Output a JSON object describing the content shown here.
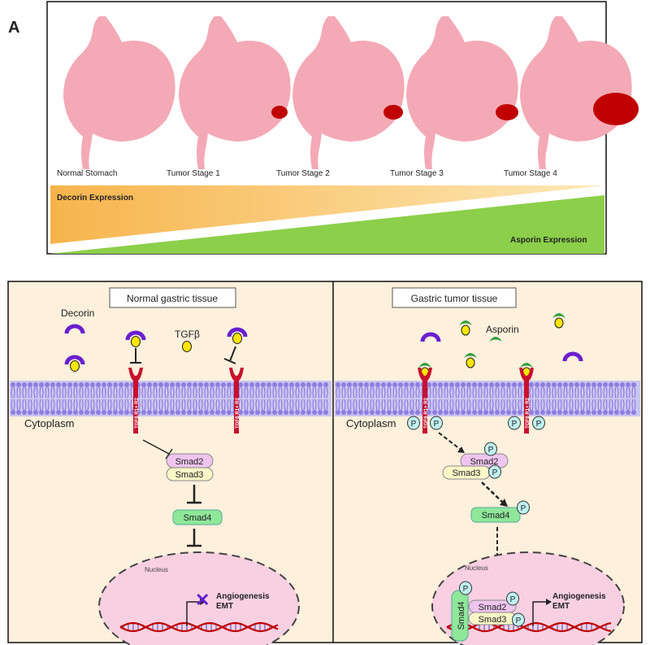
{
  "panel_a": {
    "label": "A",
    "stomachs": [
      {
        "caption": "Normal Stomach",
        "tumor": 0
      },
      {
        "caption": "Tumor Stage 1",
        "tumor": 1
      },
      {
        "caption": "Tumor Stage 2",
        "tumor": 2
      },
      {
        "caption": "Tumor Stage 3",
        "tumor": 3
      },
      {
        "caption": "Tumor Stage 4",
        "tumor": 4
      }
    ],
    "decorin_label": "Decorin Expression",
    "asporin_label": "Asporin Expression"
  },
  "panel_b": {
    "normal": {
      "title": "Normal gastric tissue",
      "decorin_label": "Decorin",
      "tgfb_label": "TGFβ",
      "cytoplasm_label": "Cytoplasm",
      "receptor_label": "TGFβ R1+ R2",
      "smad2": "Smad2",
      "smad3": "Smad3",
      "smad4": "Smad4",
      "nucleus_label": "Nucleus",
      "genes": [
        "Angiogenesis",
        "EMT"
      ]
    },
    "tumor": {
      "title": "Gastric tumor tissue",
      "asporin_label": "Asporin",
      "cytoplasm_label": "Cytoplasm",
      "receptor_label": "TGFβ R1+ R2",
      "phospho": "P",
      "smad2": "Smad2",
      "smad3": "Smad3",
      "smad4": "Smad4",
      "nucleus_label": "Nucleus",
      "genes": [
        "Angiogenesis",
        "EMT"
      ]
    }
  },
  "colors": {
    "stomach": "#f4a9b6",
    "tumor": "#c00000",
    "decorin_band": "#f9c46b",
    "asporin_band": "#8ccf4a",
    "panel_bg": "#fdf0dc",
    "receptor": "#c8102e",
    "membrane": "#7b5cd6",
    "decorin": "#6a1fd0",
    "asporin": "#2e9e3e",
    "tgfb": "#ffe600",
    "smad2": "#efc5ef",
    "smad3": "#fbf7c8",
    "smad4": "#8fe79a",
    "phospho": "#bff1f1",
    "nucleus": "#f8d0e2"
  }
}
